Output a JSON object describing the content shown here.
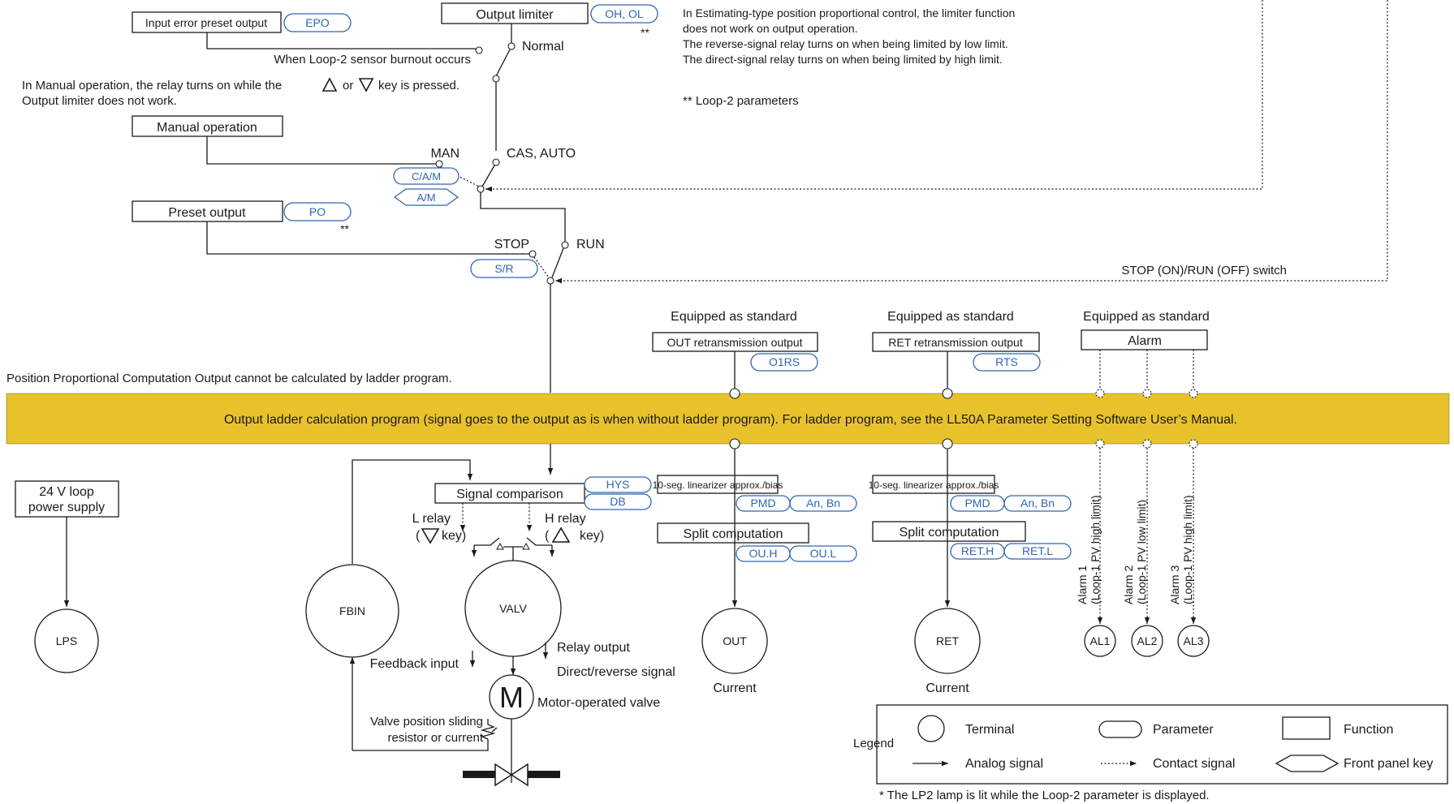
{
  "functions": {
    "input_error_preset_output": "Input error preset output",
    "output_limiter": "Output limiter",
    "manual_operation": "Manual operation",
    "preset_output": "Preset output",
    "out_retrans": "OUT retransmission output",
    "ret_retrans": "RET retransmission output",
    "alarm": "Alarm",
    "signal_comparison": "Signal comparison",
    "linearizer_out": "10-seg. linearizer approx./bias",
    "linearizer_ret": "10-seg. linearizer approx./bias",
    "split_out": "Split computation",
    "split_ret": "Split computation",
    "loop_power": [
      "24 V loop",
      "power supply"
    ]
  },
  "parameters": {
    "epo": "EPO",
    "oh_ol": "OH, OL",
    "cam": "C/A/M",
    "am": "A/M",
    "po": "PO",
    "sr": "S/R",
    "o1rs": "O1RS",
    "rts": "RTS",
    "hys": "HYS",
    "db": "DB",
    "pmd_out": "PMD",
    "an_bn_out": "An, Bn",
    "pmd_ret": "PMD",
    "an_bn_ret": "An, Bn",
    "ouh": "OU.H",
    "oul": "OU.L",
    "reth": "RET.H",
    "retl": "RET.L"
  },
  "notes": {
    "loop2_marker_1": "**",
    "loop2_marker_2": "**",
    "limiter_note": [
      "In Estimating-type position proportional control, the limiter function",
      "does not work on output operation.",
      "The reverse-signal relay turns on when being limited by low limit.",
      "The direct-signal relay turns on when being limited by high limit."
    ],
    "loop2_params": "** Loop-2 parameters",
    "manual_note": [
      "In Manual operation, the relay turns on while the",
      "or",
      "key is pressed.",
      "Output limiter does not work."
    ],
    "burnout": "When Loop-2 sensor burnout occurs",
    "position_prop": "Position Proportional Computation Output cannot be calculated by ladder program.",
    "ladder": "Output ladder calculation program (signal goes to the output as is when without ladder program).   For ladder program, see the LL50A Parameter Setting Software User’s Manual.",
    "footnote": "* The LP2 lamp is lit while the Loop-2 parameter is displayed."
  },
  "switches": {
    "normal": "Normal",
    "man": "MAN",
    "cas_auto": "CAS, AUTO",
    "stop": "STOP",
    "run": "RUN",
    "stop_run": "STOP (ON)/RUN (OFF) switch"
  },
  "equipped": {
    "out": "Equipped as standard",
    "ret": "Equipped as standard",
    "alarm": "Equipped as standard"
  },
  "relays": {
    "l_relay": "L relay",
    "l_key": "key)",
    "h_relay": "H relay",
    "h_key": "key)",
    "relay_output": "Relay output",
    "direct_reverse": "Direct/reverse signal",
    "feedback_input": "Feedback input",
    "motor_valve": "Motor-operated valve",
    "motor_letter": "M",
    "slide_resistor": [
      "Valve position sliding",
      "resistor or current"
    ]
  },
  "terminals": {
    "lps": "LPS",
    "fbin": "FBIN",
    "valv": "VALV",
    "out": "OUT",
    "ret": "RET",
    "al1": "AL1",
    "al2": "AL2",
    "al3": "AL3",
    "out_current": "Current",
    "ret_current": "Current"
  },
  "alarms": {
    "alarm1": [
      "Alarm 1",
      "(Loop-1 PV high limit)"
    ],
    "alarm2": [
      "Alarm 2",
      "(Loop-1 PV low limit)"
    ],
    "alarm3": [
      "Alarm 3",
      "(Loop-1 PV high limit)"
    ]
  },
  "legend": {
    "title": "Legend",
    "terminal": "Terminal",
    "parameter": "Parameter",
    "function": "Function",
    "analog": "Analog signal",
    "contact": "Contact signal",
    "front_key": "Front panel key"
  },
  "colors": {
    "ladder_band": "#e8c22c",
    "parameter_blue": "#2f66b3",
    "line": "#1a1a1a"
  }
}
